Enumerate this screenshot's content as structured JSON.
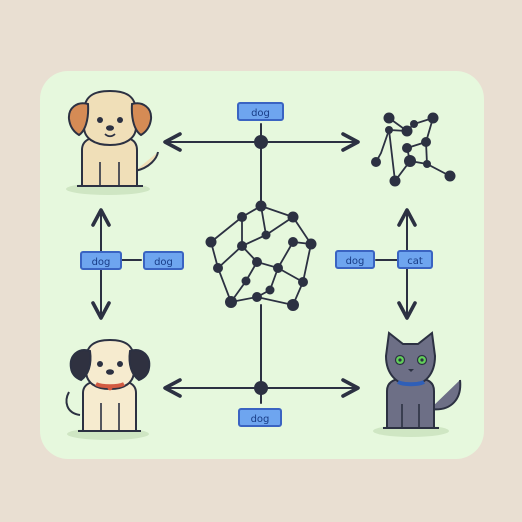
{
  "tags": {
    "top": "dog",
    "bottom": "dog",
    "left_outer": "dog",
    "left_inner": "dog",
    "right_left": "dog",
    "right_right": "cat"
  },
  "colors": {
    "background": "#e9dfd2",
    "panel": "#e6f8dd",
    "line": "#2c3142",
    "tag_fill": "#6ea5ef",
    "tag_border": "#3a64c2",
    "cat_fur": "#6d6f86",
    "cat_eye": "#62d05a",
    "dog_tan": "#f0dfb8",
    "dog_ear_brown": "#d58b55",
    "dog_ear_dark": "#2f3140",
    "collar_red": "#d25b43",
    "collar_blue": "#2f5fb8"
  },
  "icons": [
    "dog-icon-top-left",
    "dog-icon-bottom-left",
    "cat-icon-bottom-right",
    "network-icon-top-right",
    "network-icon-center"
  ]
}
